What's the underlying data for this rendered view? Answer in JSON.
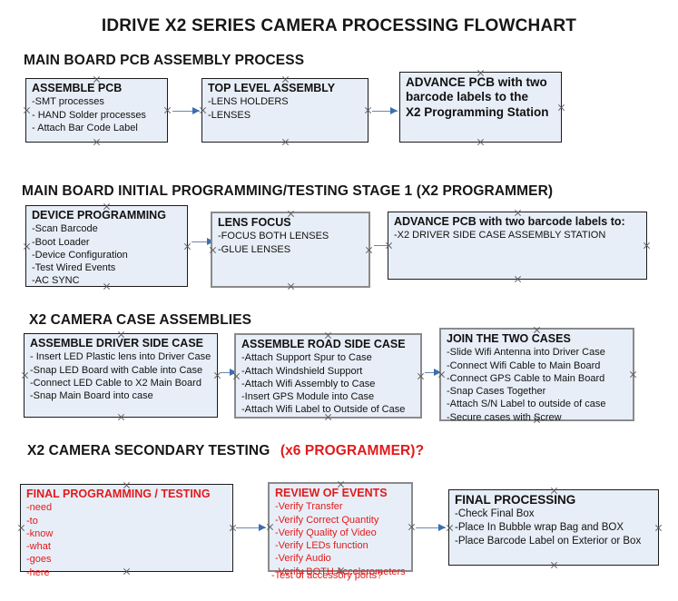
{
  "document": {
    "title": "IDRIVE X2  SERIES CAMERA PROCESSING FLOWCHART"
  },
  "colors": {
    "box_fill": "#e8eef7",
    "box_border": "#1b1b1b",
    "box_border_gray": "#8a8a8a",
    "arrow": "#6b88ad",
    "red_text": "#e01b1b",
    "text": "#111111"
  },
  "sections": [
    {
      "heading": "MAIN BOARD PCB ASSEMBLY PROCESS",
      "heading_suffix": "",
      "boxes": [
        {
          "title": "ASSEMBLE PCB",
          "lines": [
            "-SMT processes",
            "- HAND Solder processes",
            "- Attach Bar Code Label"
          ]
        },
        {
          "title": "TOP LEVEL ASSEMBLY",
          "lines": [
            "-LENS HOLDERS",
            "-LENSES"
          ]
        },
        {
          "title": "ADVANCE PCB with two",
          "lines": [
            "barcode labels to the",
            " X2 Programming Station"
          ]
        }
      ]
    },
    {
      "heading": "MAIN BOARD INITIAL PROGRAMMING/TESTING STAGE 1 (X2 PROGRAMMER)",
      "heading_suffix": "",
      "boxes": [
        {
          "title": "DEVICE PROGRAMMING",
          "lines": [
            "-Scan Barcode",
            "-Boot Loader",
            "-Device Configuration",
            "-Test Wired Events",
            "-AC SYNC"
          ]
        },
        {
          "title": "LENS FOCUS",
          "lines": [
            "-FOCUS BOTH LENSES",
            "-GLUE LENSES"
          ]
        },
        {
          "title": "ADVANCE PCB with two barcode labels to:",
          "lines": [
            "-X2 DRIVER  SIDE  CASE  ASSEMBLY STATION"
          ]
        }
      ]
    },
    {
      "heading": "X2 CAMERA CASE ASSEMBLIES",
      "heading_suffix": "",
      "boxes": [
        {
          "title": "ASSEMBLE DRIVER SIDE CASE",
          "lines": [
            "- Insert LED Plastic lens into Driver Case",
            "-Snap LED Board with Cable into Case",
            "-Connect LED Cable to X2 Main Board",
            "-Snap Main Board into case"
          ]
        },
        {
          "title": "ASSEMBLE ROAD SIDE CASE",
          "lines": [
            "-Attach Support Spur to Case",
            "-Attach Windshield Support",
            "-Attach Wifi Assembly to Case",
            "-Insert GPS Module into Case",
            "-Attach Wifi Label to Outside of Case"
          ]
        },
        {
          "title": "JOIN THE TWO CASES",
          "lines": [
            "-Slide Wifi Antenna into Driver Case",
            "-Connect Wifi Cable to Main Board",
            "-Connect GPS Cable to Main Board",
            "-Snap Cases Together",
            "-Attach S/N Label to outside of case",
            "-Secure cases with Screw"
          ]
        }
      ]
    },
    {
      "heading": "X2 CAMERA SECONDARY TESTING",
      "heading_suffix": "(x6 PROGRAMMER)?",
      "boxes": [
        {
          "title": "FINAL PROGRAMMING / TESTING",
          "lines": [
            "-need",
            "-to",
            "-know",
            "-what",
            "-goes",
            "-here"
          ]
        },
        {
          "title": "REVIEW OF EVENTS",
          "lines": [
            "-Verify Transfer",
            "-Verify Correct Quantity",
            "-Verify Quality of Video",
            "-Verify LEDs function",
            "-Verify Audio",
            "-Verify BOTH Accelerometers"
          ],
          "overflow": "-Test of accessory ports?"
        },
        {
          "title": "FINAL PROCESSING",
          "lines": [
            " -Check Final Box",
            "-Place In Bubble wrap Bag and BOX",
            "-Place Barcode Label on Exterior or Box"
          ]
        }
      ]
    }
  ]
}
